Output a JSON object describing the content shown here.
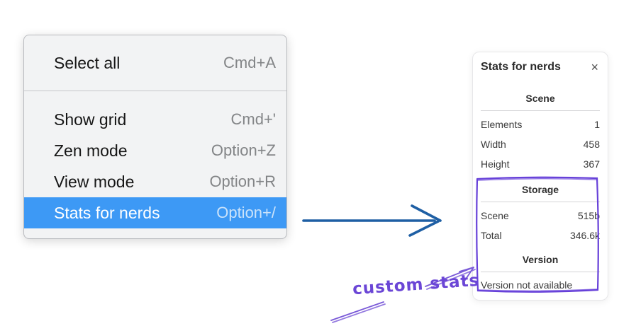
{
  "menu": {
    "sections": [
      {
        "items": [
          {
            "label": "Select all",
            "shortcut": "Cmd+A"
          }
        ]
      },
      {
        "items": [
          {
            "label": "Show grid",
            "shortcut": "Cmd+'"
          },
          {
            "label": "Zen mode",
            "shortcut": "Option+Z"
          },
          {
            "label": "View mode",
            "shortcut": "Option+R"
          },
          {
            "label": "Stats for nerds",
            "shortcut": "Option+/",
            "highlighted": true
          }
        ]
      }
    ]
  },
  "stats_panel": {
    "title": "Stats for nerds",
    "close_icon": "×",
    "sections": [
      {
        "heading": "Scene",
        "rows": [
          {
            "label": "Elements",
            "value": "1"
          },
          {
            "label": "Width",
            "value": "458"
          },
          {
            "label": "Height",
            "value": "367"
          }
        ]
      },
      {
        "heading": "Storage",
        "rows": [
          {
            "label": "Scene",
            "value": "515b"
          },
          {
            "label": "Total",
            "value": "346.6k"
          }
        ]
      },
      {
        "heading": "Version",
        "note": "Version not available"
      }
    ]
  },
  "annotation": {
    "label": "custom stats"
  },
  "colors": {
    "menu_highlight": "#3d99f5",
    "flow_arrow_blue": "#1e5fa4",
    "annotation_purple": "#6741d9",
    "annotation_purple_light": "#7a5ad8"
  }
}
